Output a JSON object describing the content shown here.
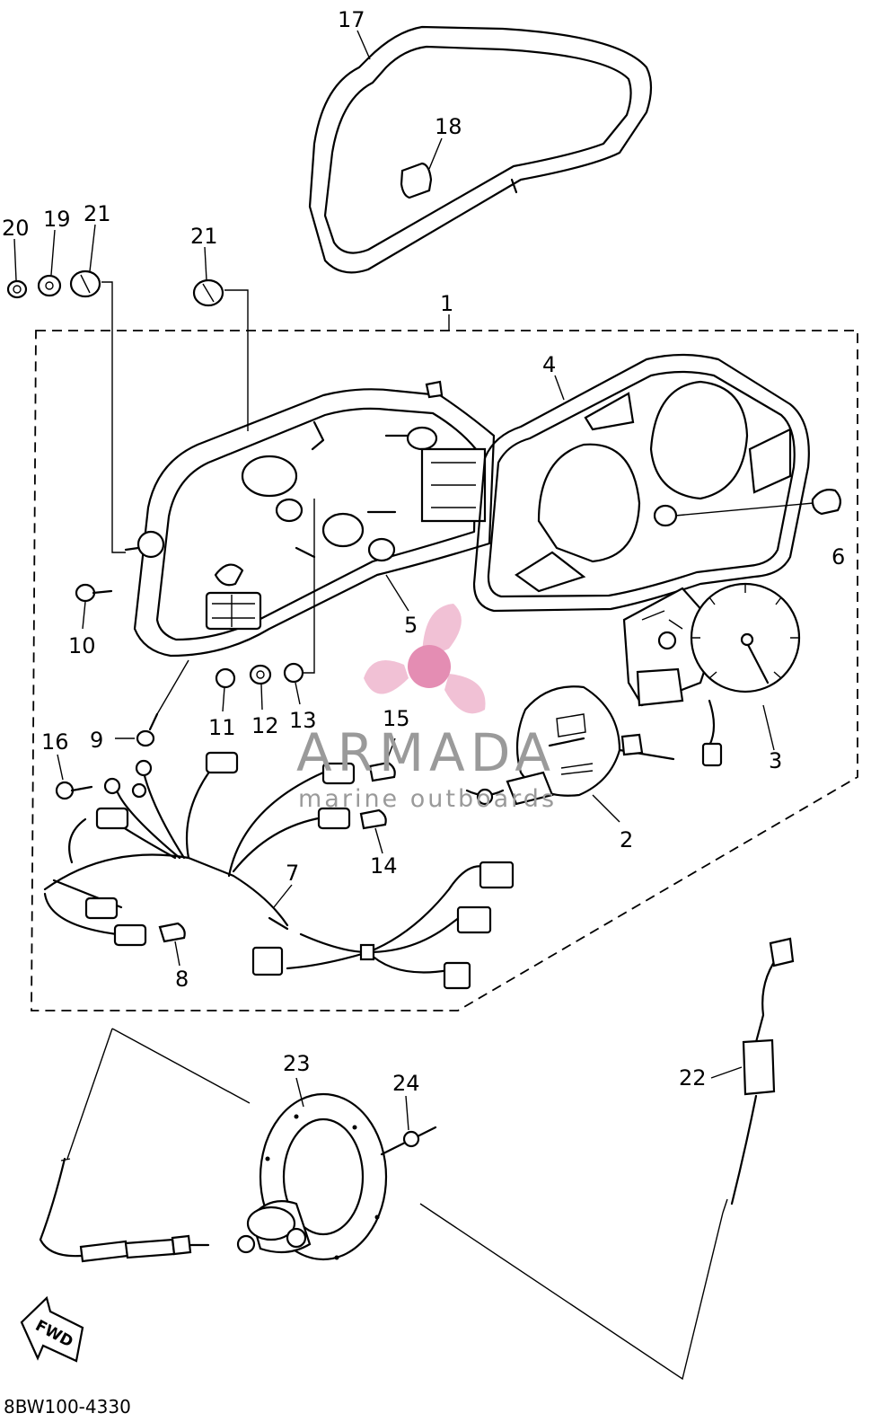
{
  "diagram": {
    "callouts": [
      "1",
      "2",
      "3",
      "4",
      "5",
      "6",
      "7",
      "8",
      "9",
      "10",
      "11",
      "12",
      "13",
      "14",
      "15",
      "16",
      "17",
      "18",
      "19",
      "20",
      "21",
      "21",
      "22",
      "23",
      "24"
    ],
    "fwd_label": "FWD",
    "part_code": "8BW100-4330",
    "watermark": {
      "title": "ARMADA",
      "subtitle": "marine outboards",
      "accent_color": "#e07aa6"
    },
    "line_color": "#000000"
  }
}
